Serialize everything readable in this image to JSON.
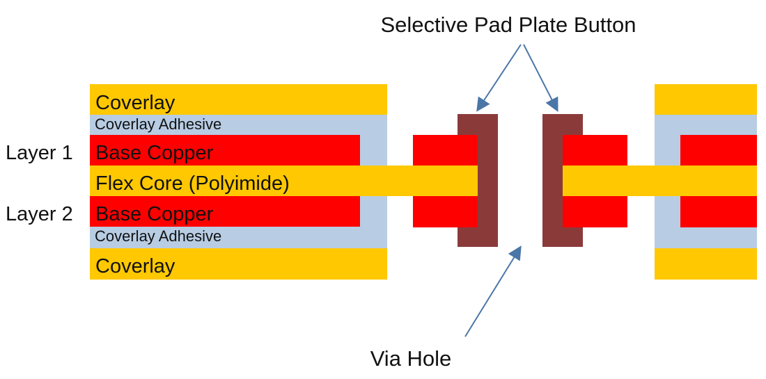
{
  "colors": {
    "coverlay": "#ffc800",
    "coverlay_adhesive": "#b8cde4",
    "base_copper": "#ff0000",
    "flex_core": "#ffc800",
    "plating": "#8b3a3a",
    "arrow": "#4a76a8",
    "text": "#111111",
    "background": "#ffffff"
  },
  "layers": {
    "coverlay_top": "Coverlay",
    "coverlay_adhesive_top": "Coverlay Adhesive",
    "base_copper_top": "Base Copper",
    "flex_core": "Flex Core (Polyimide)",
    "base_copper_bottom": "Base Copper",
    "coverlay_adhesive_bottom": "Coverlay Adhesive",
    "coverlay_bottom": "Coverlay"
  },
  "side_labels": {
    "layer1": "Layer 1",
    "layer2": "Layer 2"
  },
  "callouts": {
    "pad_plate": "Selective Pad Plate Button",
    "via_hole": "Via Hole"
  }
}
